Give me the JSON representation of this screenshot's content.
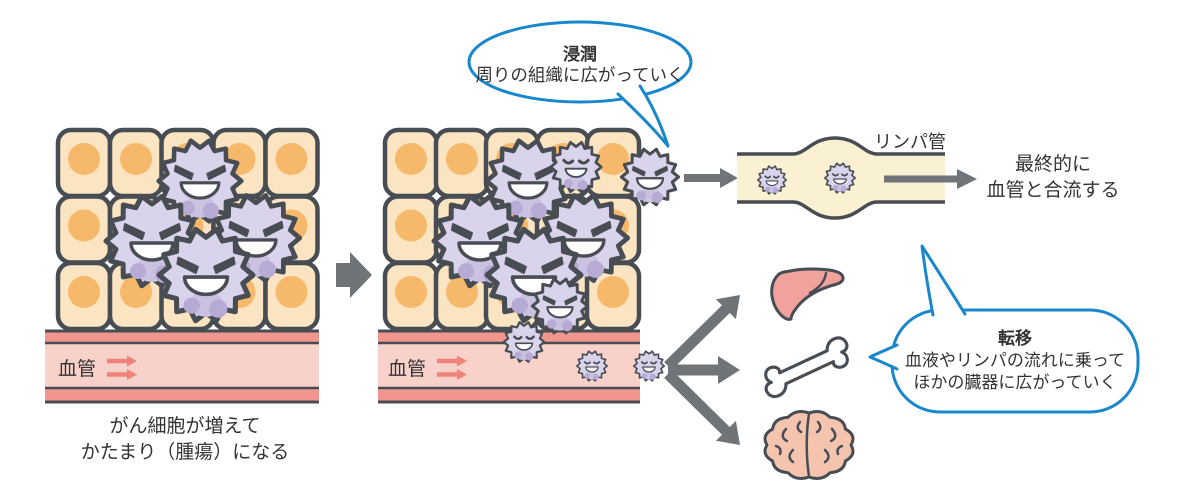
{
  "stage1": {
    "vessel_label": "血管",
    "caption_line1": "がん細胞が増えて",
    "caption_line2": "かたまり（腫瘍）になる"
  },
  "stage2": {
    "vessel_label": "血管",
    "invasion_bubble": {
      "title": "浸潤",
      "body": "周りの組織に広がっていく"
    }
  },
  "stage3": {
    "lymph_label": "リンパ管",
    "merge_line1": "最終的に",
    "merge_line2": "血管と合流する",
    "metastasis_bubble": {
      "title": "転移",
      "body_line1": "血液やリンパの流れに乗って",
      "body_line2": "ほかの臓器に広がっていく"
    },
    "organ_icons": [
      "liver-icon",
      "bone-icon",
      "brain-icon"
    ]
  },
  "colors": {
    "outline": "#474D52",
    "tissue_cell": "#FBE4C1",
    "tissue_nucleus": "#F6B96B",
    "cancer_cell": "#D9D3EB",
    "cancer_nucleus": "#CBC1E1",
    "cancer_nucleus_dark": "#B7ABD6",
    "vessel_wall": "#F0968E",
    "vessel_lumen": "#F8D2CA",
    "lymph_vessel": "#FAF0D2",
    "bubble_outline": "#1987CB",
    "arrow_gray": "#6E7478",
    "flow_arrow": "#EF8379",
    "liver": "#F2A29C",
    "brain": "#F4C4AF",
    "bone": "#FFFFFF",
    "text": "#333333"
  }
}
